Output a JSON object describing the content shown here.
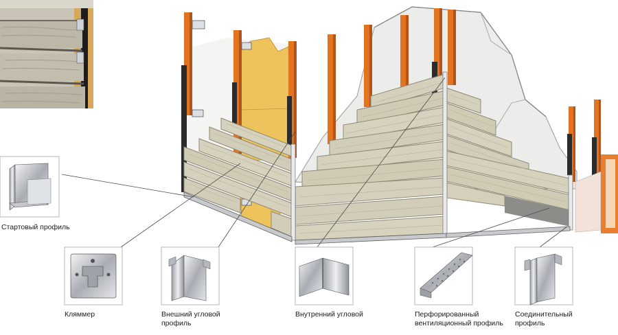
{
  "labels": {
    "starter_profile": "Стартовый профиль",
    "clamp": "Кляммер",
    "outer_corner_line1": "Внешний угловой",
    "outer_corner_line2": "профиль",
    "inner_corner": "Внутренний угловой",
    "inner_corner_line2": "",
    "perforated_line1": "Перфорированный",
    "perforated_line2": "вентиляционный профиль",
    "connector_line1": "Соединительный",
    "connector_line2": "профиль"
  },
  "colors": {
    "panel": "#d1cdb8",
    "panel_edge": "#8e8a76",
    "stud": "#e2731f",
    "stud_dark": "#b3541a",
    "insulation": "#f0c45a",
    "wall": "#ebebe8",
    "bracket": "#2b2b2b",
    "leader": "#4a4a4a"
  },
  "icons": [
    "clamp-icon",
    "outer-corner-profile-icon",
    "inner-corner-profile-icon",
    "perforated-profile-icon",
    "connector-profile-icon",
    "starter-profile-icon"
  ]
}
